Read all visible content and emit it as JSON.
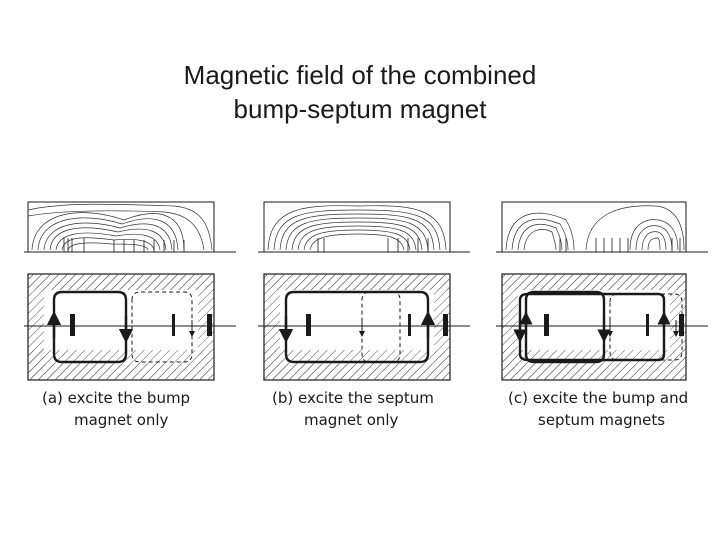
{
  "slide": {
    "title_line1": "Magnetic field of the combined",
    "title_line2": "bump-septum magnet"
  },
  "panels": [
    {
      "caption_line1": "(a)  excite the  bump",
      "caption_line2": "magnet  only",
      "excited": "bump"
    },
    {
      "caption_line1": "(b)  excite  the  septum",
      "caption_line2": "magnet  only",
      "excited": "septum"
    },
    {
      "caption_line1": "(c)  excite  the  bump  and",
      "caption_line2": "septum  magnets",
      "excited": "both"
    }
  ],
  "colors": {
    "ink": "#1a1a1a",
    "hatch": "#555555",
    "background": "#ffffff"
  }
}
